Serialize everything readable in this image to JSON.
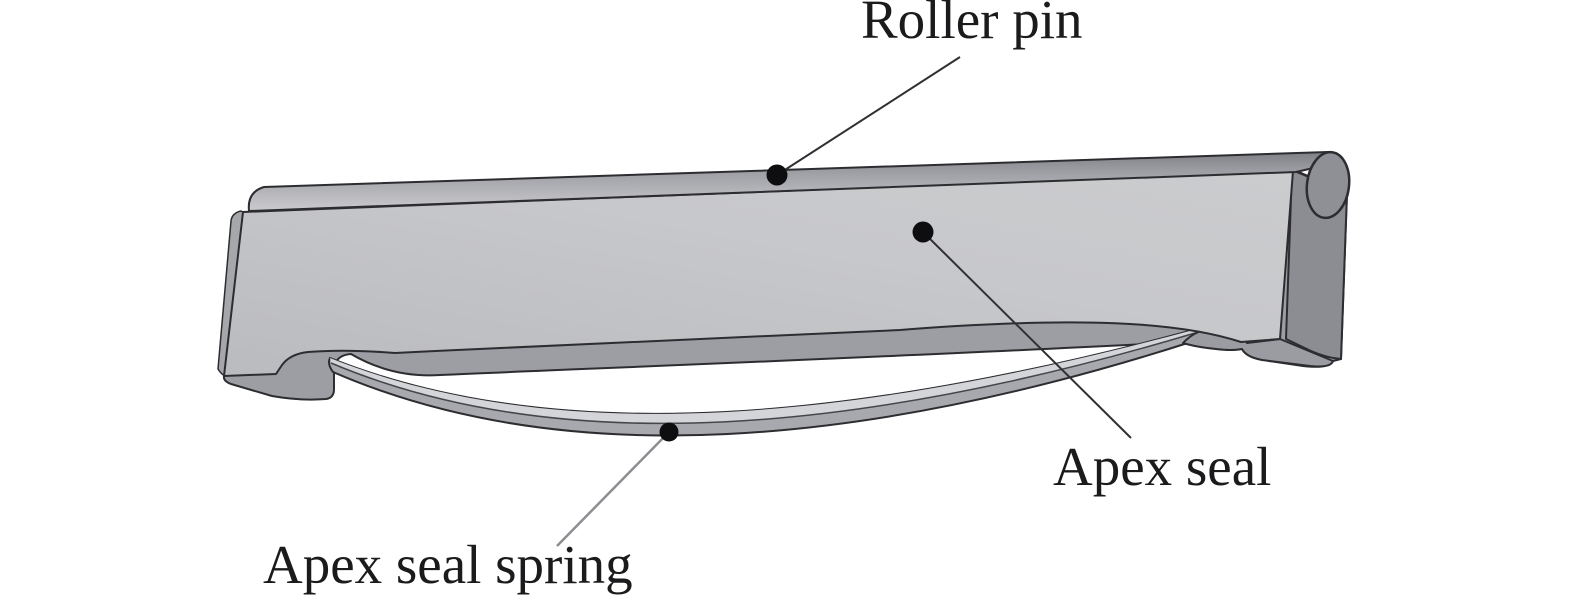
{
  "figure": {
    "title": "Apex seal assembly labeled diagram",
    "background_color": "#ffffff",
    "labels": [
      {
        "id": "roller-pin",
        "text": "Roller pin"
      },
      {
        "id": "apex-seal",
        "text": "Apex seal"
      },
      {
        "id": "apex-seal-spring",
        "text": "Apex seal spring"
      }
    ],
    "part_colors": {
      "front_face_dark": "#babbbe",
      "front_face_light": "#cbccce",
      "top_strip_dark": "#7e7f85",
      "top_strip_mid": "#9b9ca2",
      "top_strip_light": "#cbcbce",
      "underside": "#9c9ea4",
      "bump_foot": "#9a9ca2",
      "end_face": "#8b8d93",
      "pin_end": "#8e9096",
      "left_sliver": "#a5a7ab",
      "spring_face": "#a8a9ae",
      "spring_top": "#d4d5d8",
      "outline": "#2d2d31",
      "leader_dark": "#303034",
      "leader_gray": "#8d8e92",
      "dot": "#0e0e10",
      "text": "#1b1b1d"
    }
  }
}
